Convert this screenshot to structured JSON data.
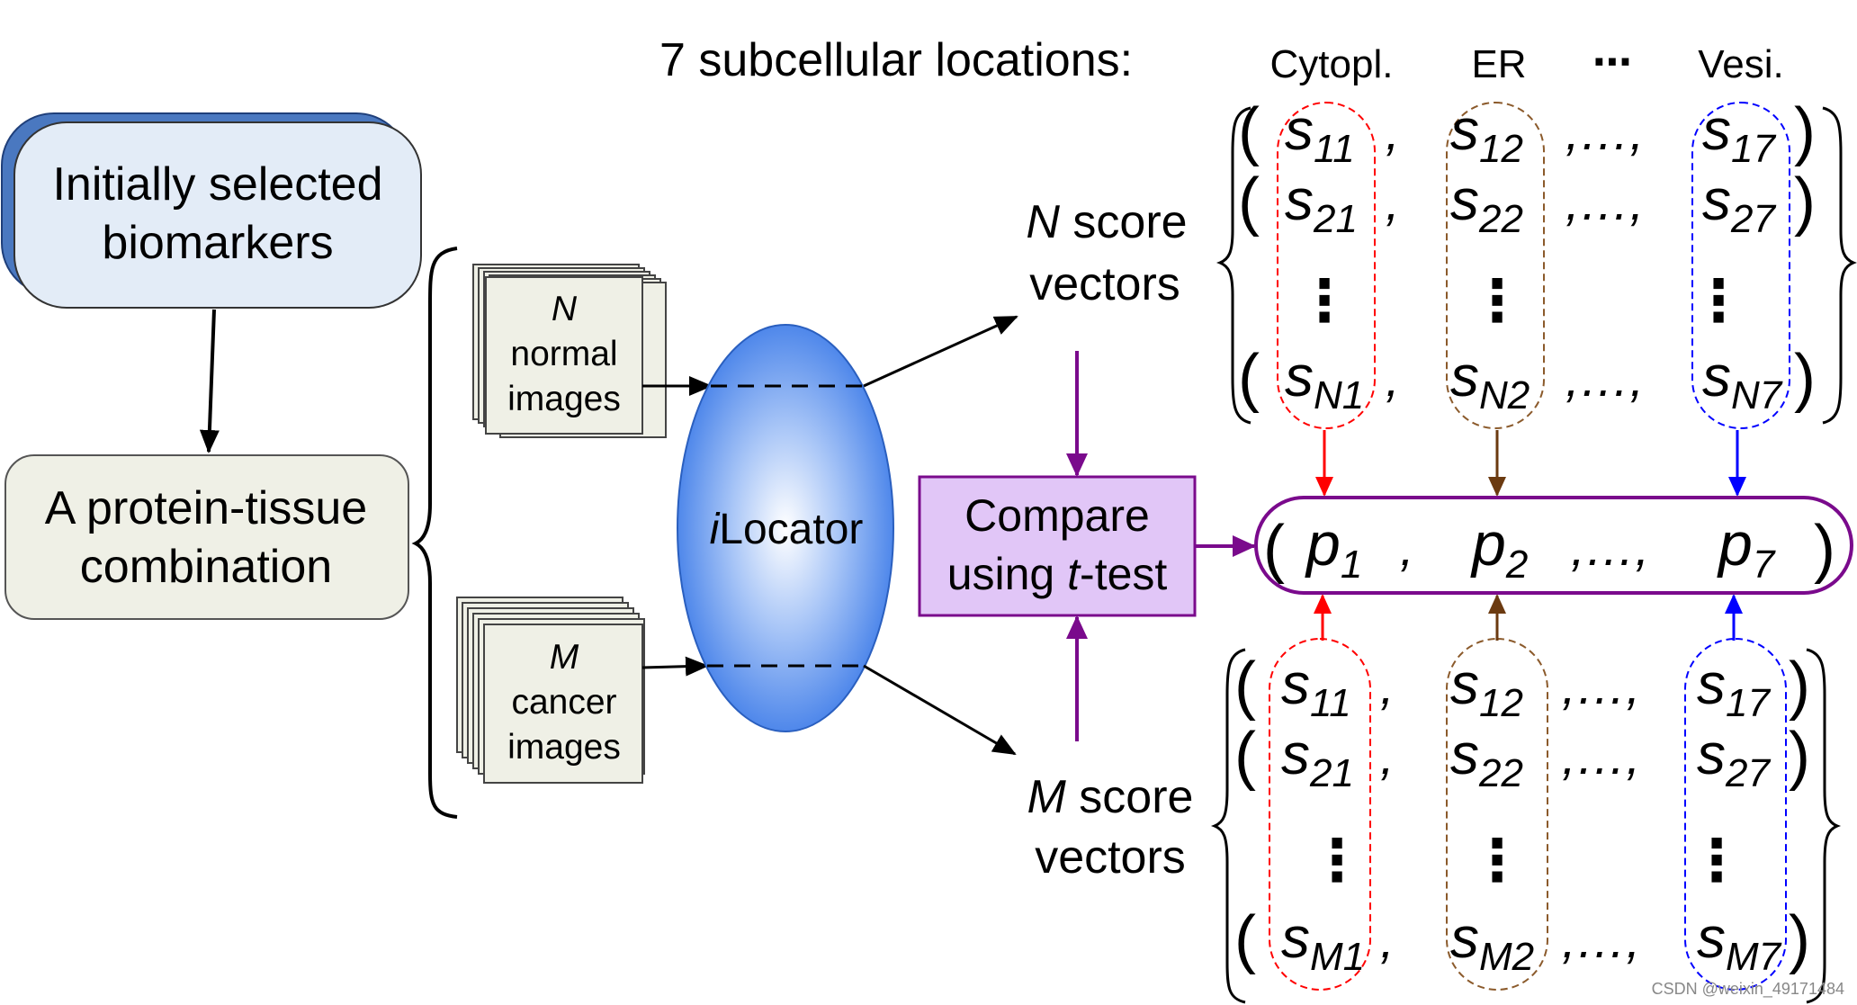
{
  "header": {
    "title": "7 subcellular locations:",
    "columns": [
      "Cytopl.",
      "ER",
      "⋯",
      "Vesi."
    ]
  },
  "flow": {
    "start_box": [
      "Initially selected",
      "biomarkers"
    ],
    "combo_box": [
      "A protein-tissue",
      "combination"
    ],
    "normal_stack": [
      "N",
      "normal",
      "images"
    ],
    "cancer_stack": [
      "M",
      "cancer",
      "images"
    ],
    "locator_prefix": "i",
    "locator_name": "Locator",
    "n_scores_italic": "N",
    "n_scores_rest": " score",
    "n_scores_line2": "vectors",
    "m_scores_italic": "M",
    "m_scores_rest": " score",
    "m_scores_line2": "vectors",
    "compare_line1": "Compare",
    "compare_line2_a": "using ",
    "compare_line2_t": "t",
    "compare_line2_b": "-test"
  },
  "matrices": {
    "comma": ",",
    "ellipsis": ",…,",
    "vdots": "⋮",
    "top_rows": [
      [
        [
          "s",
          "11"
        ],
        [
          "s",
          "12"
        ],
        [
          "s",
          "17"
        ]
      ],
      [
        [
          "s",
          "21"
        ],
        [
          "s",
          "22"
        ],
        [
          "s",
          "27"
        ]
      ],
      [
        [
          "s",
          "N1"
        ],
        [
          "s",
          "N2"
        ],
        [
          "s",
          "N7"
        ]
      ]
    ],
    "bottom_rows": [
      [
        [
          "s",
          "11"
        ],
        [
          "s",
          "12"
        ],
        [
          "s",
          "17"
        ]
      ],
      [
        [
          "s",
          "21"
        ],
        [
          "s",
          "22"
        ],
        [
          "s",
          "27"
        ]
      ],
      [
        [
          "s",
          "M1"
        ],
        [
          "s",
          "M2"
        ],
        [
          "s",
          "M7"
        ]
      ]
    ]
  },
  "pvector": {
    "items": [
      [
        "p",
        "1"
      ],
      [
        "p",
        "2"
      ],
      [
        "p",
        "7"
      ]
    ]
  },
  "watermark": "CSDN @weixin_49171484",
  "colors": {
    "start_fill": "#e3ecf7",
    "start_shadow": "#4a78c0",
    "combo_fill": "#eff0e6",
    "stack_fill": "#eff0e6",
    "ellipse": "#3d7be8",
    "compare_fill": "#e1c6f7",
    "purple": "#7a0a8c",
    "red": "#ff0000",
    "brown": "#6b3a10",
    "blue": "#0000ff"
  }
}
